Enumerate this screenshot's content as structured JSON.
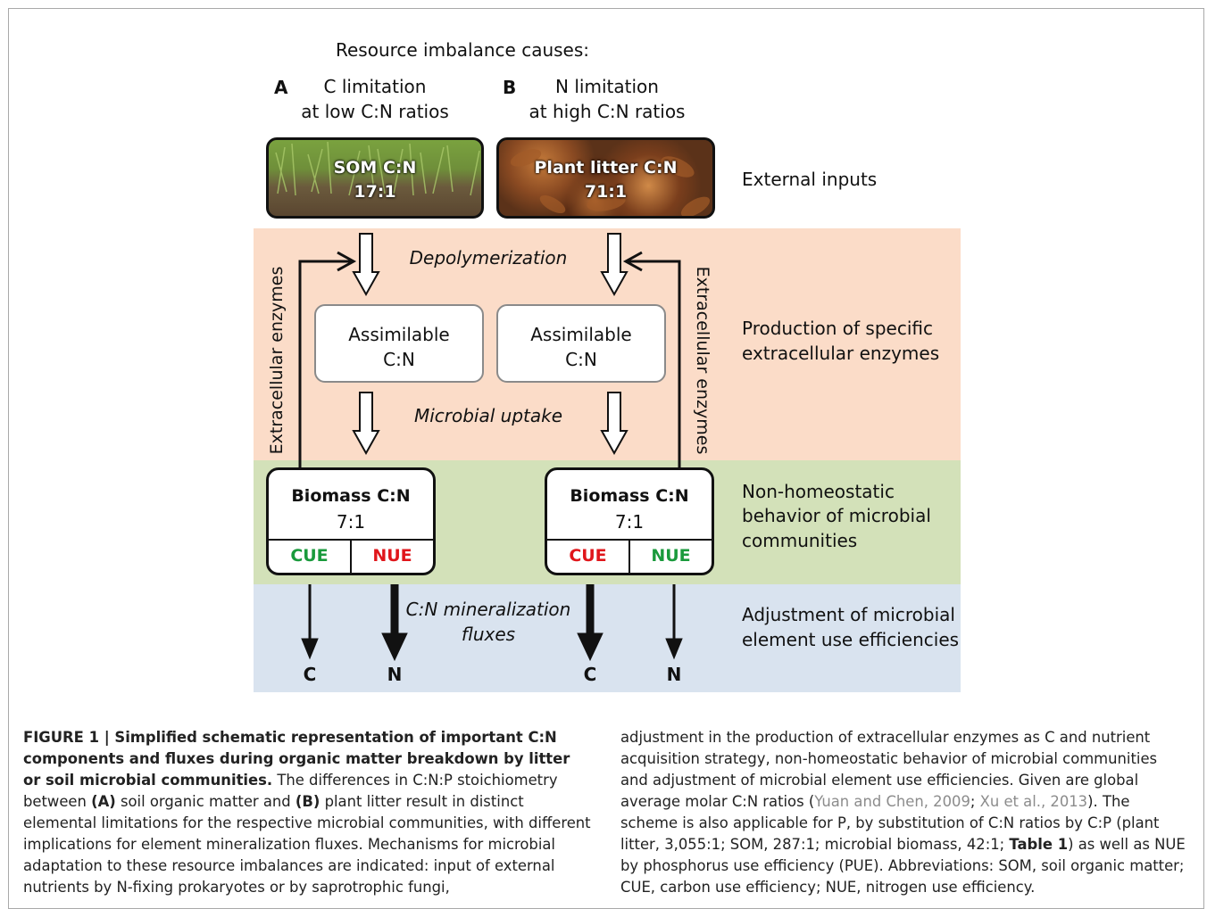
{
  "figure": {
    "heading": "Resource imbalance causes:",
    "panel_a": {
      "letter": "A",
      "line1": "C limitation",
      "line2": "at low C:N ratios"
    },
    "panel_b": {
      "letter": "B",
      "line1": "N limitation",
      "line2": "at high C:N ratios"
    },
    "photo_a": {
      "label": "SOM C:N",
      "ratio": "17:1"
    },
    "photo_b": {
      "label": "Plant litter C:N",
      "ratio": "71:1"
    },
    "process_depolymerization": "Depolymerization",
    "process_uptake": "Microbial uptake",
    "process_mineralization_l1": "C:N mineralization",
    "process_mineralization_l2": "fluxes",
    "assimilable_a": {
      "line1": "Assimilable",
      "line2": "C:N"
    },
    "assimilable_b": {
      "line1": "Assimilable",
      "line2": "C:N"
    },
    "extracellular_enzymes_label": "Extracellular enzymes",
    "biomass_a": {
      "title": "Biomass C:N",
      "ratio": "7:1",
      "cue": "CUE",
      "nue": "NUE"
    },
    "biomass_b": {
      "title": "Biomass C:N",
      "ratio": "7:1",
      "cue": "CUE",
      "nue": "NUE"
    },
    "flux_labels": {
      "a_c": "C",
      "a_n": "N",
      "b_c": "C",
      "b_n": "N"
    },
    "side_labels": {
      "external": "External inputs",
      "production_l1": "Production of specific",
      "production_l2": "extracellular enzymes",
      "nonhomeo_l1": "Non-homeostatic",
      "nonhomeo_l2": "behavior of microbial",
      "nonhomeo_l3": "communities",
      "adjust_l1": "Adjustment of microbial",
      "adjust_l2": "element use efficiencies"
    },
    "colors": {
      "band_production": "#fbdcc8",
      "band_behavior": "#d3e1b9",
      "band_adjustment": "#d9e3ef",
      "efficiency_high": "#1a9a3c",
      "efficiency_low": "#e0161b"
    }
  },
  "caption": {
    "label": "FIGURE 1 | Simplified schematic representation of important C:N components and fluxes during organic matter breakdown by litter or soil microbial communities.",
    "text_1": " The differences in C:N:P stoichiometry between ",
    "ref_a": "(A)",
    "text_2": " soil organic matter and ",
    "ref_b": "(B)",
    "text_3": " plant litter result in distinct elemental limitations for the respective microbial communities, with different implications for element mineralization fluxes. Mechanisms for microbial adaptation to these resource imbalances are indicated: input of external nutrients by N-fixing prokaryotes or by saprotrophic fungi,",
    "col2_text_1": "adjustment in the production of extracellular enzymes as C and nutrient acquisition strategy, non-homeostatic behavior of microbial communities and adjustment of microbial element use efficiencies. Given are global average molar C:N ratios (",
    "cite_1": "Yuan and Chen, 2009",
    "col2_sep": "; ",
    "cite_2": "Xu et al., 2013",
    "col2_text_2": "). The scheme is also applicable for P, by substitution of C:N ratios by C:P (plant litter, 3,055:1; SOM, 287:1; microbial biomass, 42:1; ",
    "table_ref": "Table 1",
    "col2_text_3": ") as well as NUE by phosphorus use efficiency (PUE). Abbreviations: SOM, soil organic matter; CUE, carbon use efficiency; NUE, nitrogen use efficiency."
  }
}
